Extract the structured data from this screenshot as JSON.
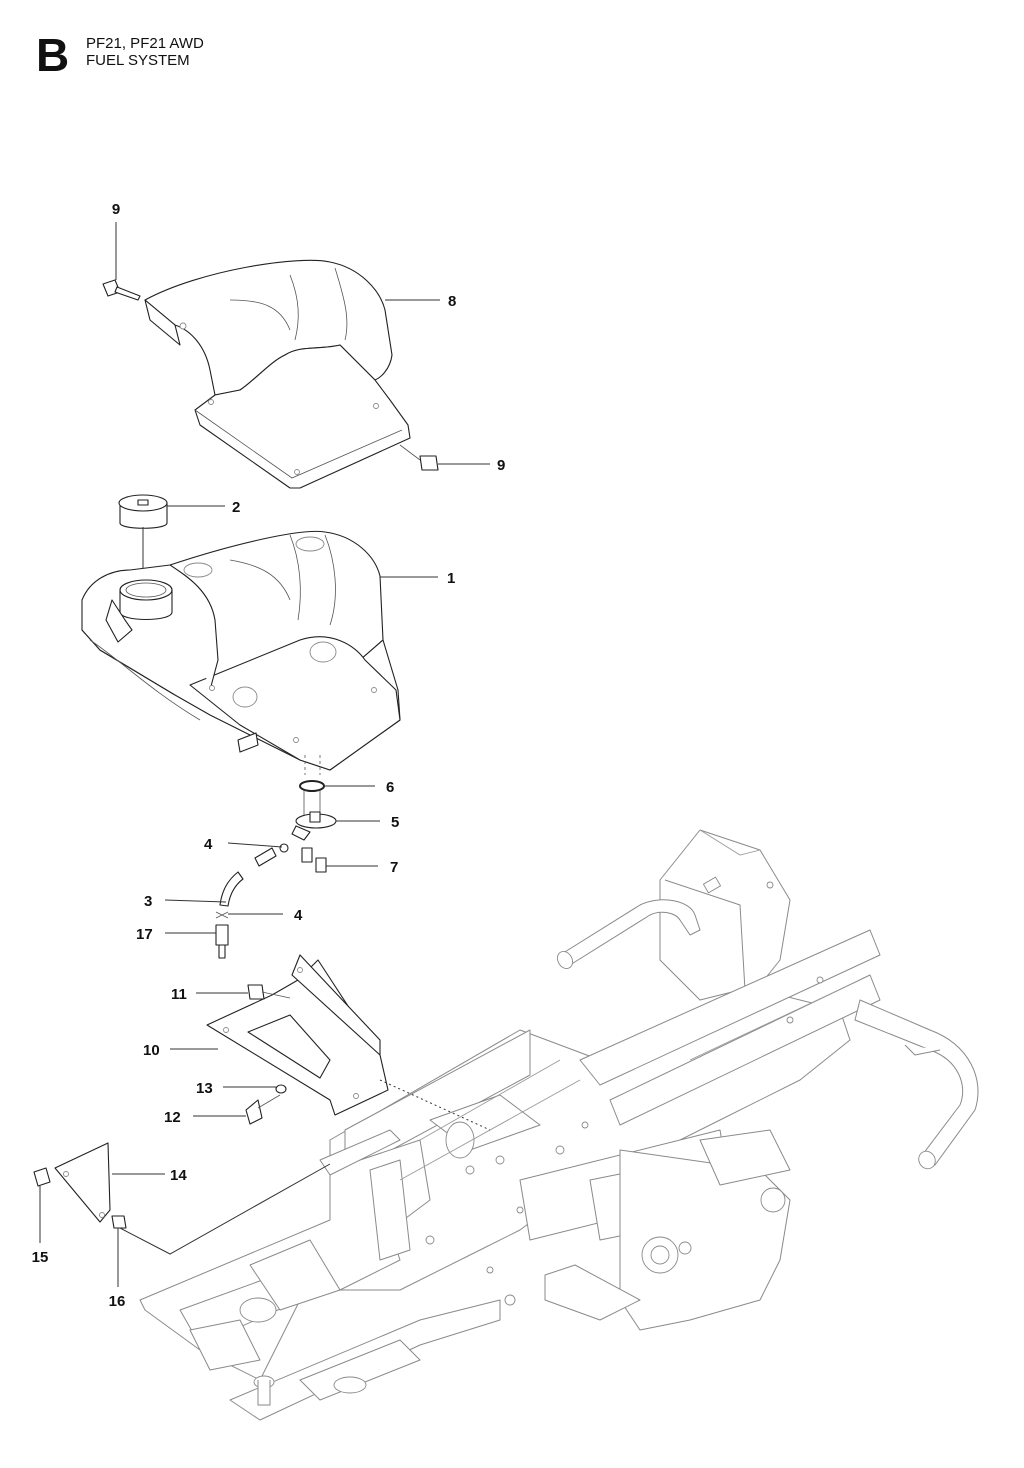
{
  "header": {
    "section_letter": "B",
    "model": "PF21, PF21 AWD",
    "section_title": "FUEL SYSTEM"
  },
  "callouts": [
    {
      "id": "c9a",
      "number": "9"
    },
    {
      "id": "c8",
      "number": "8"
    },
    {
      "id": "c9b",
      "number": "9"
    },
    {
      "id": "c2",
      "number": "2"
    },
    {
      "id": "c1",
      "number": "1"
    },
    {
      "id": "c6",
      "number": "6"
    },
    {
      "id": "c5",
      "number": "5"
    },
    {
      "id": "c4a",
      "number": "4"
    },
    {
      "id": "c7",
      "number": "7"
    },
    {
      "id": "c3",
      "number": "3"
    },
    {
      "id": "c4b",
      "number": "4"
    },
    {
      "id": "c17",
      "number": "17"
    },
    {
      "id": "c11",
      "number": "11"
    },
    {
      "id": "c10",
      "number": "10"
    },
    {
      "id": "c13",
      "number": "13"
    },
    {
      "id": "c12",
      "number": "12"
    },
    {
      "id": "c14",
      "number": "14"
    },
    {
      "id": "c15",
      "number": "15"
    },
    {
      "id": "c16",
      "number": "16"
    }
  ]
}
